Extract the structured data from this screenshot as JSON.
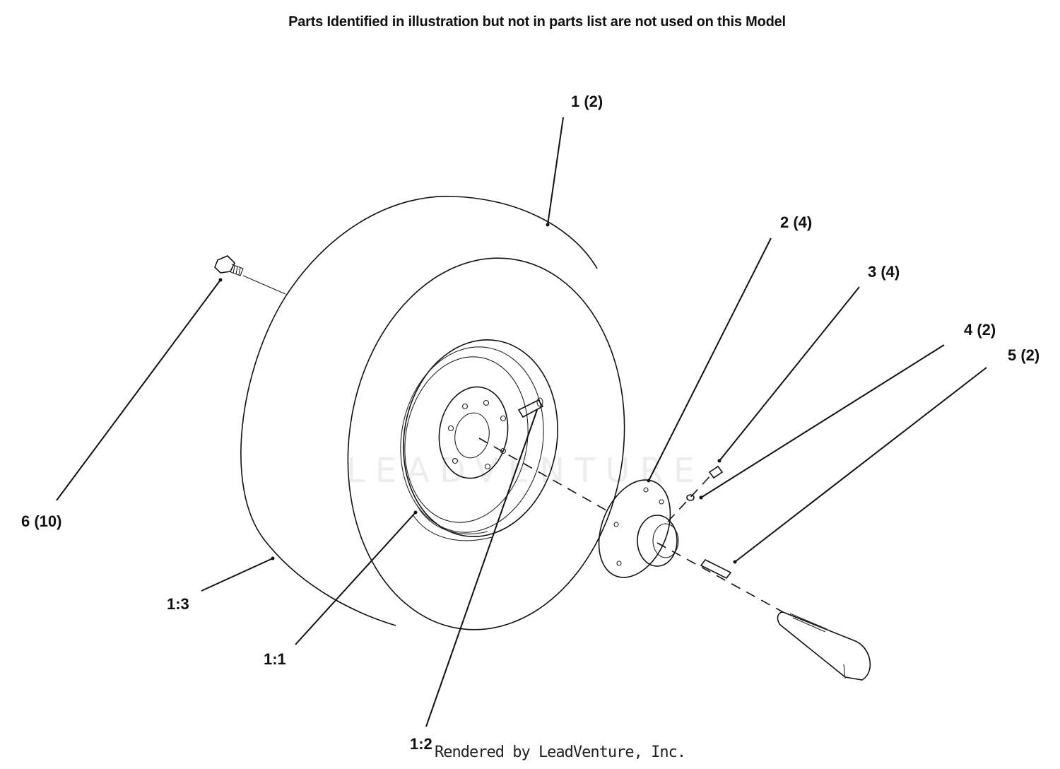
{
  "header": {
    "note": "Parts Identified  in illustration but not in parts list are not used on this Model"
  },
  "labels": {
    "part_1": "1 (2)",
    "part_2": "2 (4)",
    "part_3": "3 (4)",
    "part_4": "4 (2)",
    "part_5": "5 (2)",
    "part_6": "6 (10)",
    "part_1_1": "1:1",
    "part_1_2": "1:2",
    "part_1_3": "1:3"
  },
  "footer": {
    "credit": "Rendered by LeadVenture, Inc."
  },
  "watermark": {
    "text": "LEADVENTURE"
  }
}
